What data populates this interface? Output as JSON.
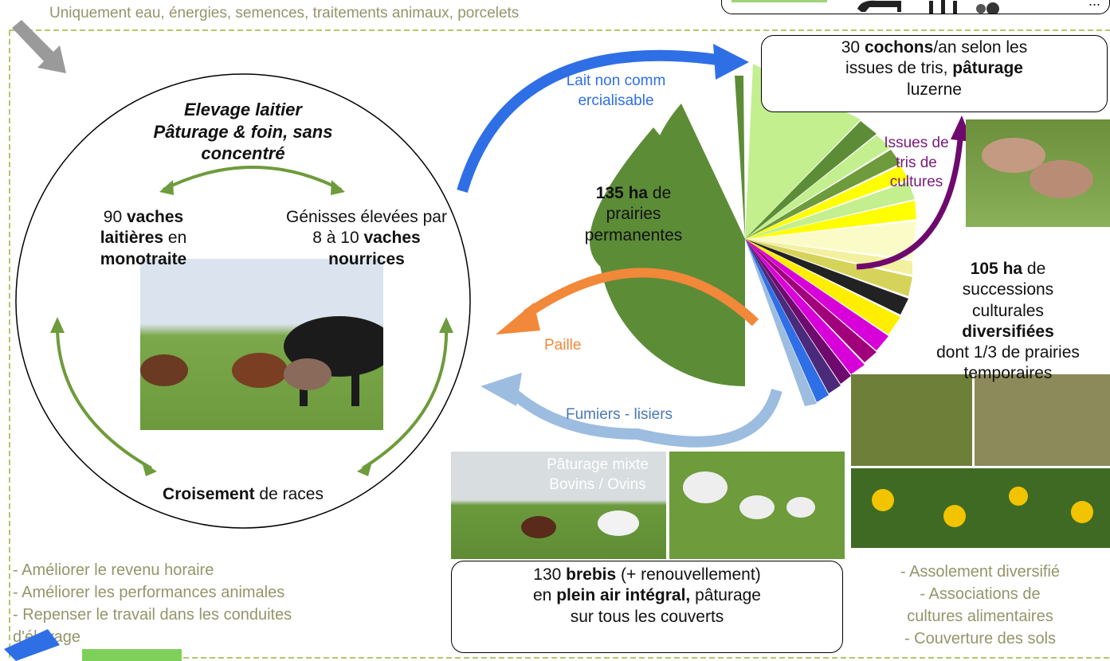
{
  "header_note": "Uniquement eau, énergies, semences, traitements animaux, porcelets",
  "header_ellipsis": "...",
  "elevage": {
    "title_line1": "Elevage laitier",
    "title_line2": "Pâturage & foin, sans concentré",
    "left_pre": "90 ",
    "left_b1": "vaches",
    "left_b2": "laitières",
    "left_mid": " en",
    "left_b3": "monotraite",
    "right_line1": "Génisses élevées par",
    "right_pre": "8 à 10  ",
    "right_b1": "vaches",
    "right_b2": "nourrices",
    "bottom_b": "Croisement",
    "bottom_rest": " de races"
  },
  "arrows": {
    "lait": "Lait non commercialisable",
    "paille": "Paille",
    "fumiers": "Fumiers - lisiers",
    "issues": "Issues de tris de cultures"
  },
  "prairies": {
    "bold": "135 ha",
    "rest1": " de",
    "rest2": "prairies",
    "rest3": "permanentes"
  },
  "cochons": {
    "num": "30 ",
    "bold": "cochons",
    "rest": "/an selon les",
    "line2_pre": "issues de tris, ",
    "line2_bold": "pâturage",
    "line3": "luzerne"
  },
  "successions": {
    "bold1": "105 ha",
    "rest1": " de",
    "line2": "successions",
    "line3": "culturales",
    "bold2": "diversifiées",
    "line5": "dont 1/3 de prairies",
    "line6": "temporaires"
  },
  "paturage_mixte": {
    "line1": "Pâturage mixte",
    "line2": "Bovins / Ovins"
  },
  "brebis": {
    "num": "130 ",
    "bold1": "brebis",
    "rest1": " (+ renouvellement)",
    "pre2": "en ",
    "bold2": "plein air intégral,",
    "rest2": "  pâturage",
    "line3": "sur tous les couverts"
  },
  "objectives": [
    "- Améliorer le revenu horaire",
    "- Améliorer les performances animales",
    "- Repenser le travail dans les conduites",
    "d'élevage"
  ],
  "right_list": [
    "-    Assolement diversifié",
    "-    Associations de",
    "cultures alimentaires",
    "-    Couverture des sols"
  ],
  "colors": {
    "olive_text": "#94956a",
    "dashed_border": "#b2c86a",
    "dark_green": "#5d8c37",
    "blue_arrow": "#2f6fe6",
    "light_blue_arrow": "#9cbde0",
    "orange_arrow": "#f2883a",
    "purple_arrow": "#6e0a6e",
    "green_arrow": "#6e9b3b",
    "light_green_wedge": "#c3ef8e",
    "cream_wedge": "#fbfbc7",
    "magenta_wedge": "#d800d8"
  },
  "icons": [
    "grey-arrow-icon",
    "blue-arrow-icon",
    "logo-icon",
    "animal-silhouettes-icon"
  ]
}
